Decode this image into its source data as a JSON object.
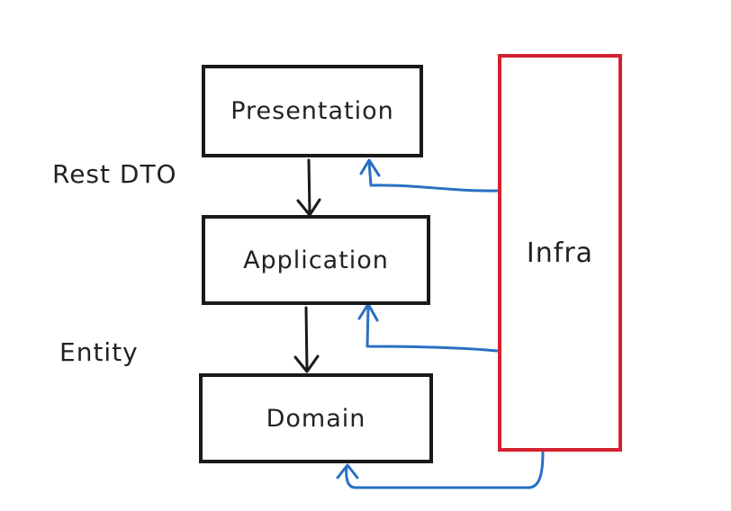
{
  "diagram": {
    "boxes": {
      "presentation": "Presentation",
      "application": "Application",
      "domain": "Domain",
      "infra": "Infra"
    },
    "labels": {
      "rest_dto": "Rest DTO",
      "entity": "Entity"
    },
    "colors": {
      "layer_border": "#1a1a1a",
      "infra_border": "#d42230",
      "dependency_arrow": "#2a6fc4",
      "flow_arrow": "#1a1a1a"
    },
    "edges": [
      {
        "from": "presentation",
        "to": "application",
        "kind": "flow"
      },
      {
        "from": "application",
        "to": "domain",
        "kind": "flow"
      },
      {
        "from": "infra",
        "to": "presentation",
        "kind": "dependency"
      },
      {
        "from": "infra",
        "to": "application",
        "kind": "dependency"
      },
      {
        "from": "infra",
        "to": "domain",
        "kind": "dependency"
      }
    ]
  }
}
